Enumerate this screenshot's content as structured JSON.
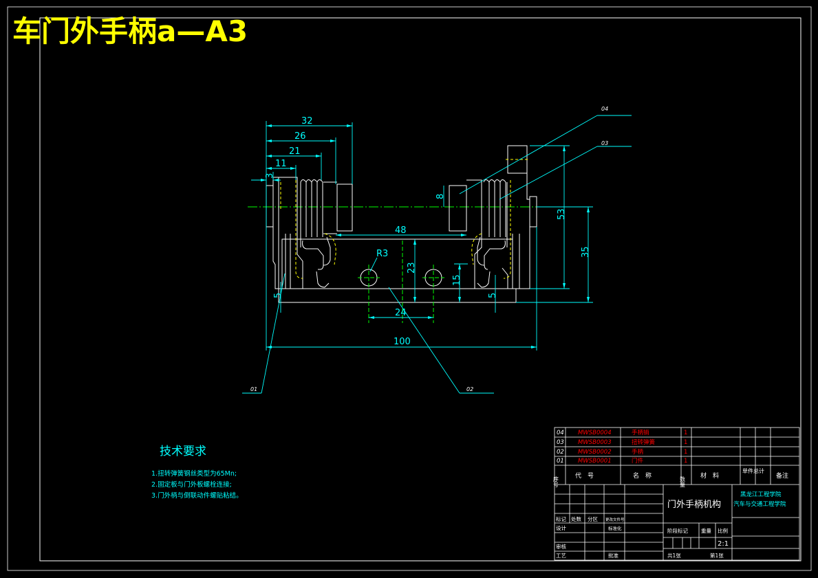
{
  "sheet": {
    "title": "车门外手柄a—A3"
  },
  "dimensions": {
    "d32": "32",
    "d26": "26",
    "d21": "21",
    "d11": "11",
    "d3": "3",
    "d8": "8",
    "d48": "48",
    "d53": "53",
    "d35": "35",
    "r3": "R3",
    "d23": "23",
    "d15": "15",
    "d5_left": "5",
    "d5_right": "5",
    "d24": "24",
    "d100": "100"
  },
  "balloons": {
    "b01": "01",
    "b02": "02",
    "b03": "03",
    "b04": "04"
  },
  "notes": {
    "heading": "技术要求",
    "lines": [
      "1.扭转弹簧钢丝类型为65Mn;",
      "2.固定板与门外板螺栓连接;",
      "3.门外柄与倒联动件螺贴粘结。"
    ]
  },
  "parts": [
    {
      "no": "04",
      "code": "MWSB0004",
      "name": "手柄销",
      "qty": "1"
    },
    {
      "no": "03",
      "code": "MWSB0003",
      "name": "扭转弹簧",
      "qty": "1"
    },
    {
      "no": "02",
      "code": "MWSB0002",
      "name": "手柄",
      "qty": "1"
    },
    {
      "no": "01",
      "code": "MWSB0001",
      "name": "门件",
      "qty": "1"
    }
  ],
  "parts_header": {
    "no": "序号",
    "code": "代　号",
    "name": "名　称",
    "qty": "数量",
    "material": "材　料",
    "unit_total": "单件总计",
    "remark": "备注"
  },
  "title_block": {
    "drawing_name": "门外手柄机构",
    "school": "黑龙江工程学院",
    "dept": "汽车与交通工程学院",
    "mark": "标记",
    "count": "处数",
    "zone": "分区",
    "change_doc": "更改文件号",
    "designer": "设计",
    "standard": "标准化",
    "stage": "阶段标记",
    "weight": "重量",
    "scale_label": "比例",
    "scale": "2:1",
    "review": "审核",
    "process": "工艺",
    "approve": "批准",
    "sheets_total": "共1张",
    "sheet_no": "第1张"
  },
  "colors": {
    "outline": "#ffffff",
    "dimension": "#00ffff",
    "centerline": "#00ff00",
    "dashed": "#ffff00",
    "title": "#ffff00",
    "parts_text": "#ff0000"
  }
}
